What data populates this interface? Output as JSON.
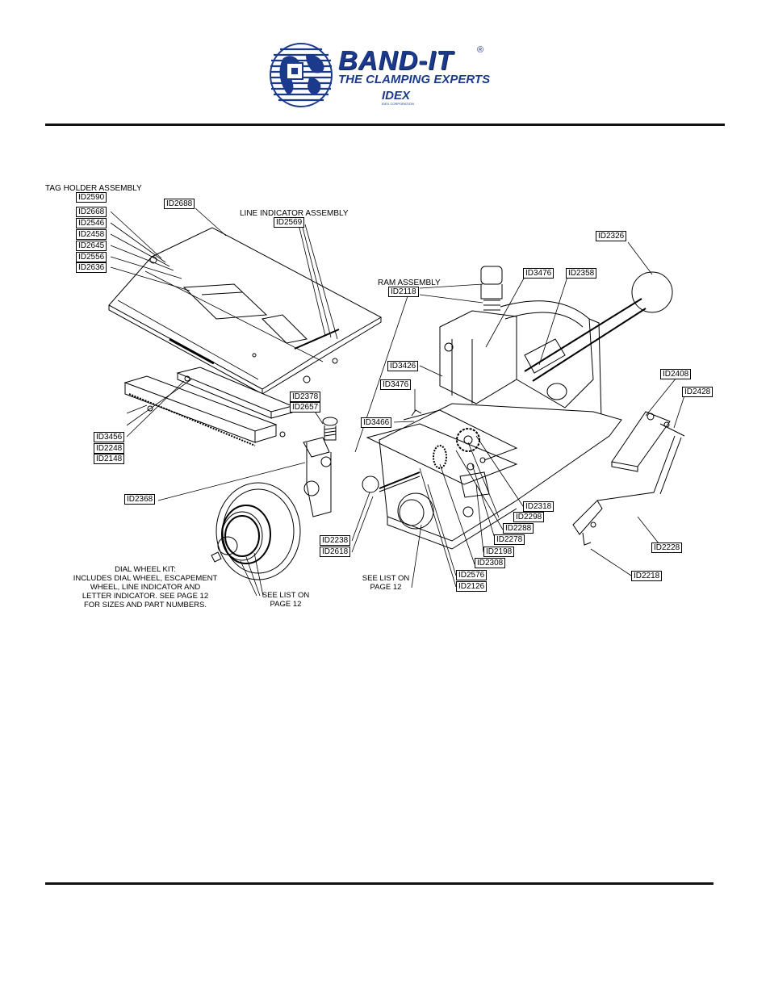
{
  "logo": {
    "brand": "BAND-IT",
    "registered": "®",
    "tagline": "THE CLAMPING EXPERTS",
    "parent": "IDEX",
    "parent_sub": "IDEX CORPORATION",
    "globe": "globe-icon"
  },
  "section_labels": {
    "tag_holder": "TAG HOLDER ASSEMBLY",
    "line_indicator": "LINE INDICATOR ASSEMBLY",
    "ram": "RAM ASSEMBLY"
  },
  "parts": {
    "p2590": "ID2590",
    "p2668": "ID2668",
    "p2546": "ID2546",
    "p2458": "ID2458",
    "p2645": "ID2645",
    "p2556": "ID2556",
    "p2636": "ID2636",
    "p2688": "ID2688",
    "p2569": "ID2569",
    "p2118": "ID2118",
    "p3476a": "ID3476",
    "p2358": "ID2358",
    "p2326": "ID2326",
    "p3426": "ID3426",
    "p3476b": "ID3476",
    "p3466": "ID3466",
    "p2378": "ID2378",
    "p2657": "ID2657",
    "p3456": "ID3456",
    "p2248": "ID2248",
    "p2148": "ID2148",
    "p2368": "ID2368",
    "p2408": "ID2408",
    "p2428": "ID2428",
    "p2318": "ID2318",
    "p2298": "ID2298",
    "p2288": "ID2288",
    "p2278": "ID2278",
    "p2198": "ID2198",
    "p2308": "ID2308",
    "p2576": "ID2576",
    "p2126": "ID2126",
    "p2238": "ID2238",
    "p2618": "ID2618",
    "p2228": "ID2228",
    "p2218": "ID2218"
  },
  "notes": {
    "dial_l1": "DIAL WHEEL KIT:",
    "dial_l2": "INCLUDES DIAL WHEEL, ESCAPEMENT",
    "dial_l3": "WHEEL, LINE INDICATOR AND",
    "dial_l4": "LETTER INDICATOR. SEE PAGE 12",
    "dial_l5": "FOR SIZES AND PART NUMBERS.",
    "see_list_1_l1": "SEE LIST ON",
    "see_list_1_l2": "PAGE 12",
    "see_list_2_l1": "SEE LIST ON",
    "see_list_2_l2": "PAGE 12"
  }
}
